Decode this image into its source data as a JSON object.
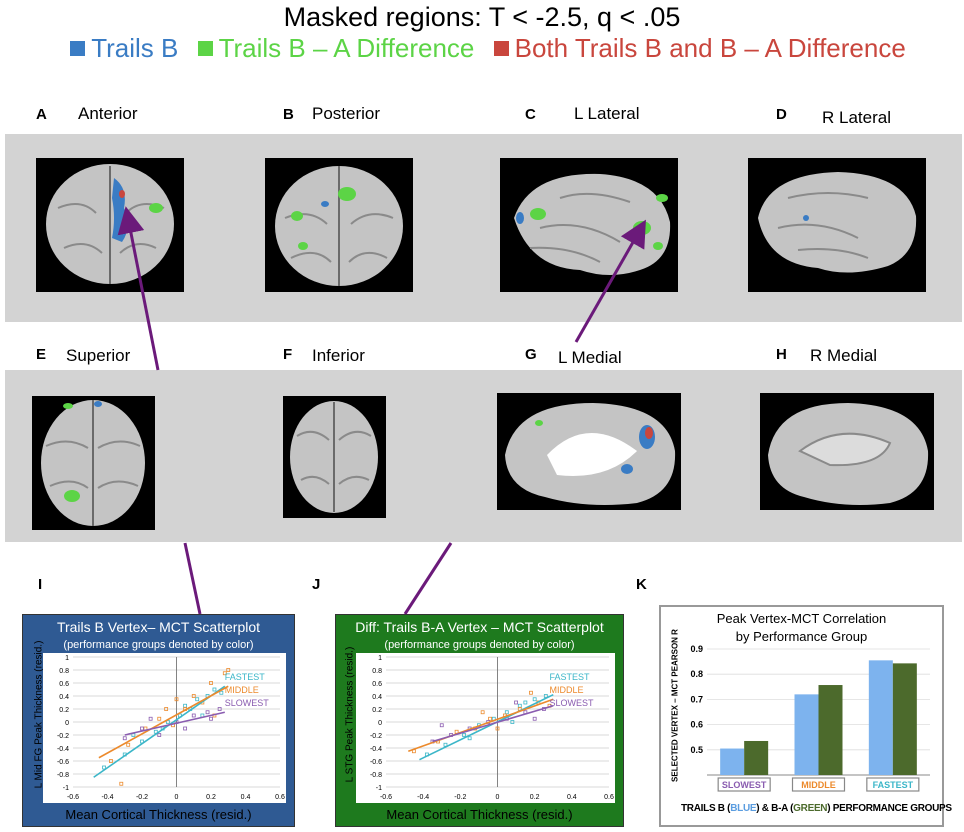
{
  "header": {
    "title": "Masked regions: T < -2.5, q < .05",
    "legend": [
      {
        "label": "Trails B",
        "color": "#3a7cc4"
      },
      {
        "label": "Trails B – A Difference",
        "color": "#5cd446"
      },
      {
        "label": "Both Trails B and B – A  Difference",
        "color": "#c9463d"
      }
    ]
  },
  "views": [
    {
      "letter": "A",
      "name": "Anterior"
    },
    {
      "letter": "B",
      "name": "Posterior"
    },
    {
      "letter": "C",
      "name": "L Lateral"
    },
    {
      "letter": "D",
      "name": "R Lateral"
    },
    {
      "letter": "E",
      "name": "Superior"
    },
    {
      "letter": "F",
      "name": "Inferior"
    },
    {
      "letter": "G",
      "name": "L Medial"
    },
    {
      "letter": "H",
      "name": "R Medial"
    }
  ],
  "panels": {
    "I": {
      "letter": "I",
      "title": "Trails B  Vertex– MCT Scatterplot",
      "subtitle": "(performance groups denoted by color)",
      "ylabel": "L Mid FG Peak Thickness (resid.)",
      "xlabel": "Mean Cortical Thickness (resid.)"
    },
    "J": {
      "letter": "J",
      "title": "Diff: Trails B-A Vertex – MCT Scatterplot",
      "subtitle": "(performance groups denoted by color)",
      "ylabel": "L STG Peak Thickness (resid.)",
      "xlabel": "Mean Cortical Thickness (resid.)"
    },
    "K": {
      "letter": "K",
      "title": "Peak Vertex-MCT Correlation",
      "subtitle": "by Performance Group",
      "ylabel": "SELECTED VERTEX – MCT PEARSON R",
      "footer": {
        "p1": "TRAILS B (",
        "blue": "BLUE",
        "p2": ") & B-A (",
        "green": "GREEN",
        "p3": ")  PERFORMANCE GROUPS"
      }
    }
  },
  "colors": {
    "fastest": "#3bb6c8",
    "middle": "#ec8a2c",
    "slowest": "#8a5cb0",
    "trailsB": "#7db3ee",
    "diff": "#4c6a2c",
    "panelI": "#2f5a93",
    "panelJ": "#1e7a1e",
    "arrow": "#6b1a7a"
  },
  "chart_data": [
    {
      "type": "scatter",
      "title": "Trails B  Vertex– MCT Scatterplot",
      "xlabel": "Mean Cortical Thickness (resid.)",
      "ylabel": "L Mid FG Peak Thickness (resid.)",
      "xlim": [
        -0.6,
        0.6
      ],
      "ylim": [
        -1,
        1
      ],
      "xticks": [
        "-0.6",
        "-0.4",
        "-0.2",
        "0",
        "0.2",
        "0.4",
        "0.6"
      ],
      "yticks": [
        "1",
        "0.8",
        "0.6",
        "0.4",
        "0.2",
        "0",
        "-0.2",
        "-0.4",
        "-0.6",
        "-0.8",
        "-1"
      ],
      "series": [
        {
          "name": "FASTEST",
          "color": "#3bb6c8",
          "line": [
            [
              -0.48,
              -0.85
            ],
            [
              0.28,
              0.55
            ]
          ],
          "points": [
            [
              -0.42,
              -0.7
            ],
            [
              -0.3,
              -0.5
            ],
            [
              -0.2,
              -0.3
            ],
            [
              -0.12,
              -0.15
            ],
            [
              -0.05,
              0.0
            ],
            [
              0.02,
              0.1
            ],
            [
              0.08,
              0.2
            ],
            [
              0.12,
              0.35
            ],
            [
              0.18,
              0.4
            ],
            [
              0.22,
              0.5
            ],
            [
              0.26,
              0.45
            ],
            [
              -0.25,
              -0.2
            ],
            [
              0.05,
              0.25
            ],
            [
              -0.08,
              -0.1
            ],
            [
              0.15,
              0.1
            ]
          ]
        },
        {
          "name": "MIDDLE",
          "color": "#ec8a2c",
          "line": [
            [
              -0.45,
              -0.55
            ],
            [
              0.3,
              0.55
            ]
          ],
          "points": [
            [
              -0.38,
              -0.6
            ],
            [
              -0.28,
              -0.35
            ],
            [
              -0.18,
              -0.1
            ],
            [
              -0.1,
              0.05
            ],
            [
              -0.02,
              -0.05
            ],
            [
              0.05,
              0.2
            ],
            [
              0.1,
              0.4
            ],
            [
              0.2,
              0.6
            ],
            [
              0.28,
              0.75
            ],
            [
              0.3,
              0.8
            ],
            [
              -0.32,
              -0.95
            ],
            [
              0.15,
              0.3
            ],
            [
              0.22,
              0.1
            ],
            [
              -0.06,
              0.2
            ],
            [
              0.0,
              0.35
            ]
          ]
        },
        {
          "name": "SLOWEST",
          "color": "#8a5cb0",
          "line": [
            [
              -0.3,
              -0.2
            ],
            [
              0.28,
              0.15
            ]
          ],
          "points": [
            [
              -0.3,
              -0.25
            ],
            [
              -0.2,
              -0.1
            ],
            [
              -0.1,
              -0.2
            ],
            [
              0.0,
              0.0
            ],
            [
              0.1,
              0.1
            ],
            [
              0.2,
              0.05
            ],
            [
              0.25,
              0.2
            ],
            [
              -0.15,
              0.05
            ],
            [
              0.05,
              -0.1
            ],
            [
              0.18,
              0.15
            ]
          ]
        }
      ]
    },
    {
      "type": "scatter",
      "title": "Diff: Trails B-A Vertex – MCT Scatterplot",
      "xlabel": "Mean Cortical Thickness (resid.)",
      "ylabel": "L STG Peak Thickness (resid.)",
      "xlim": [
        -0.6,
        0.6
      ],
      "ylim": [
        -1,
        1
      ],
      "xticks": [
        "-0.6",
        "-0.4",
        "-0.2",
        "0",
        "0.2",
        "0.4",
        "0.6"
      ],
      "yticks": [
        "1",
        "0.8",
        "0.6",
        "0.4",
        "0.2",
        "0",
        "-0.2",
        "-0.4",
        "-0.6",
        "-0.8",
        "-1"
      ],
      "series": [
        {
          "name": "FASTEST",
          "color": "#3bb6c8",
          "line": [
            [
              -0.42,
              -0.58
            ],
            [
              0.3,
              0.42
            ]
          ],
          "points": [
            [
              -0.38,
              -0.5
            ],
            [
              -0.28,
              -0.35
            ],
            [
              -0.18,
              -0.2
            ],
            [
              -0.1,
              -0.05
            ],
            [
              -0.02,
              0.05
            ],
            [
              0.05,
              0.15
            ],
            [
              0.12,
              0.25
            ],
            [
              0.2,
              0.35
            ],
            [
              0.26,
              0.4
            ],
            [
              -0.15,
              -0.25
            ],
            [
              0.08,
              0.0
            ],
            [
              0.15,
              0.3
            ]
          ]
        },
        {
          "name": "MIDDLE",
          "color": "#ec8a2c",
          "line": [
            [
              -0.48,
              -0.45
            ],
            [
              0.3,
              0.35
            ]
          ],
          "points": [
            [
              -0.45,
              -0.45
            ],
            [
              -0.32,
              -0.3
            ],
            [
              -0.22,
              -0.15
            ],
            [
              -0.12,
              -0.1
            ],
            [
              -0.04,
              0.05
            ],
            [
              0.04,
              0.1
            ],
            [
              0.12,
              0.2
            ],
            [
              0.22,
              0.3
            ],
            [
              0.28,
              0.25
            ],
            [
              0.0,
              -0.1
            ],
            [
              0.18,
              0.45
            ],
            [
              -0.08,
              0.15
            ]
          ]
        },
        {
          "name": "SLOWEST",
          "color": "#8a5cb0",
          "line": [
            [
              -0.35,
              -0.3
            ],
            [
              0.3,
              0.25
            ]
          ],
          "points": [
            [
              -0.35,
              -0.3
            ],
            [
              -0.25,
              -0.2
            ],
            [
              -0.15,
              -0.1
            ],
            [
              -0.05,
              0.0
            ],
            [
              0.05,
              0.05
            ],
            [
              0.15,
              0.15
            ],
            [
              0.25,
              0.2
            ],
            [
              -0.3,
              -0.05
            ],
            [
              0.1,
              0.3
            ],
            [
              0.2,
              0.05
            ]
          ]
        }
      ]
    },
    {
      "type": "bar",
      "title": "Peak Vertex-MCT Correlation",
      "subtitle": "by Performance Group",
      "ylabel": "SELECTED VERTEX – MCT PEARSON R",
      "categories": [
        "SLOWEST",
        "MIDDLE",
        "FASTEST"
      ],
      "ylim": [
        0.4,
        0.9
      ],
      "yticks": [
        "0.9",
        "0.8",
        "0.7",
        "0.6",
        "0.5"
      ],
      "series": [
        {
          "color": "#7db3ee",
          "values": [
            0.505,
            0.72,
            0.855
          ]
        },
        {
          "color": "#4c6a2c",
          "values": [
            0.535,
            0.757,
            0.843
          ]
        }
      ]
    }
  ]
}
